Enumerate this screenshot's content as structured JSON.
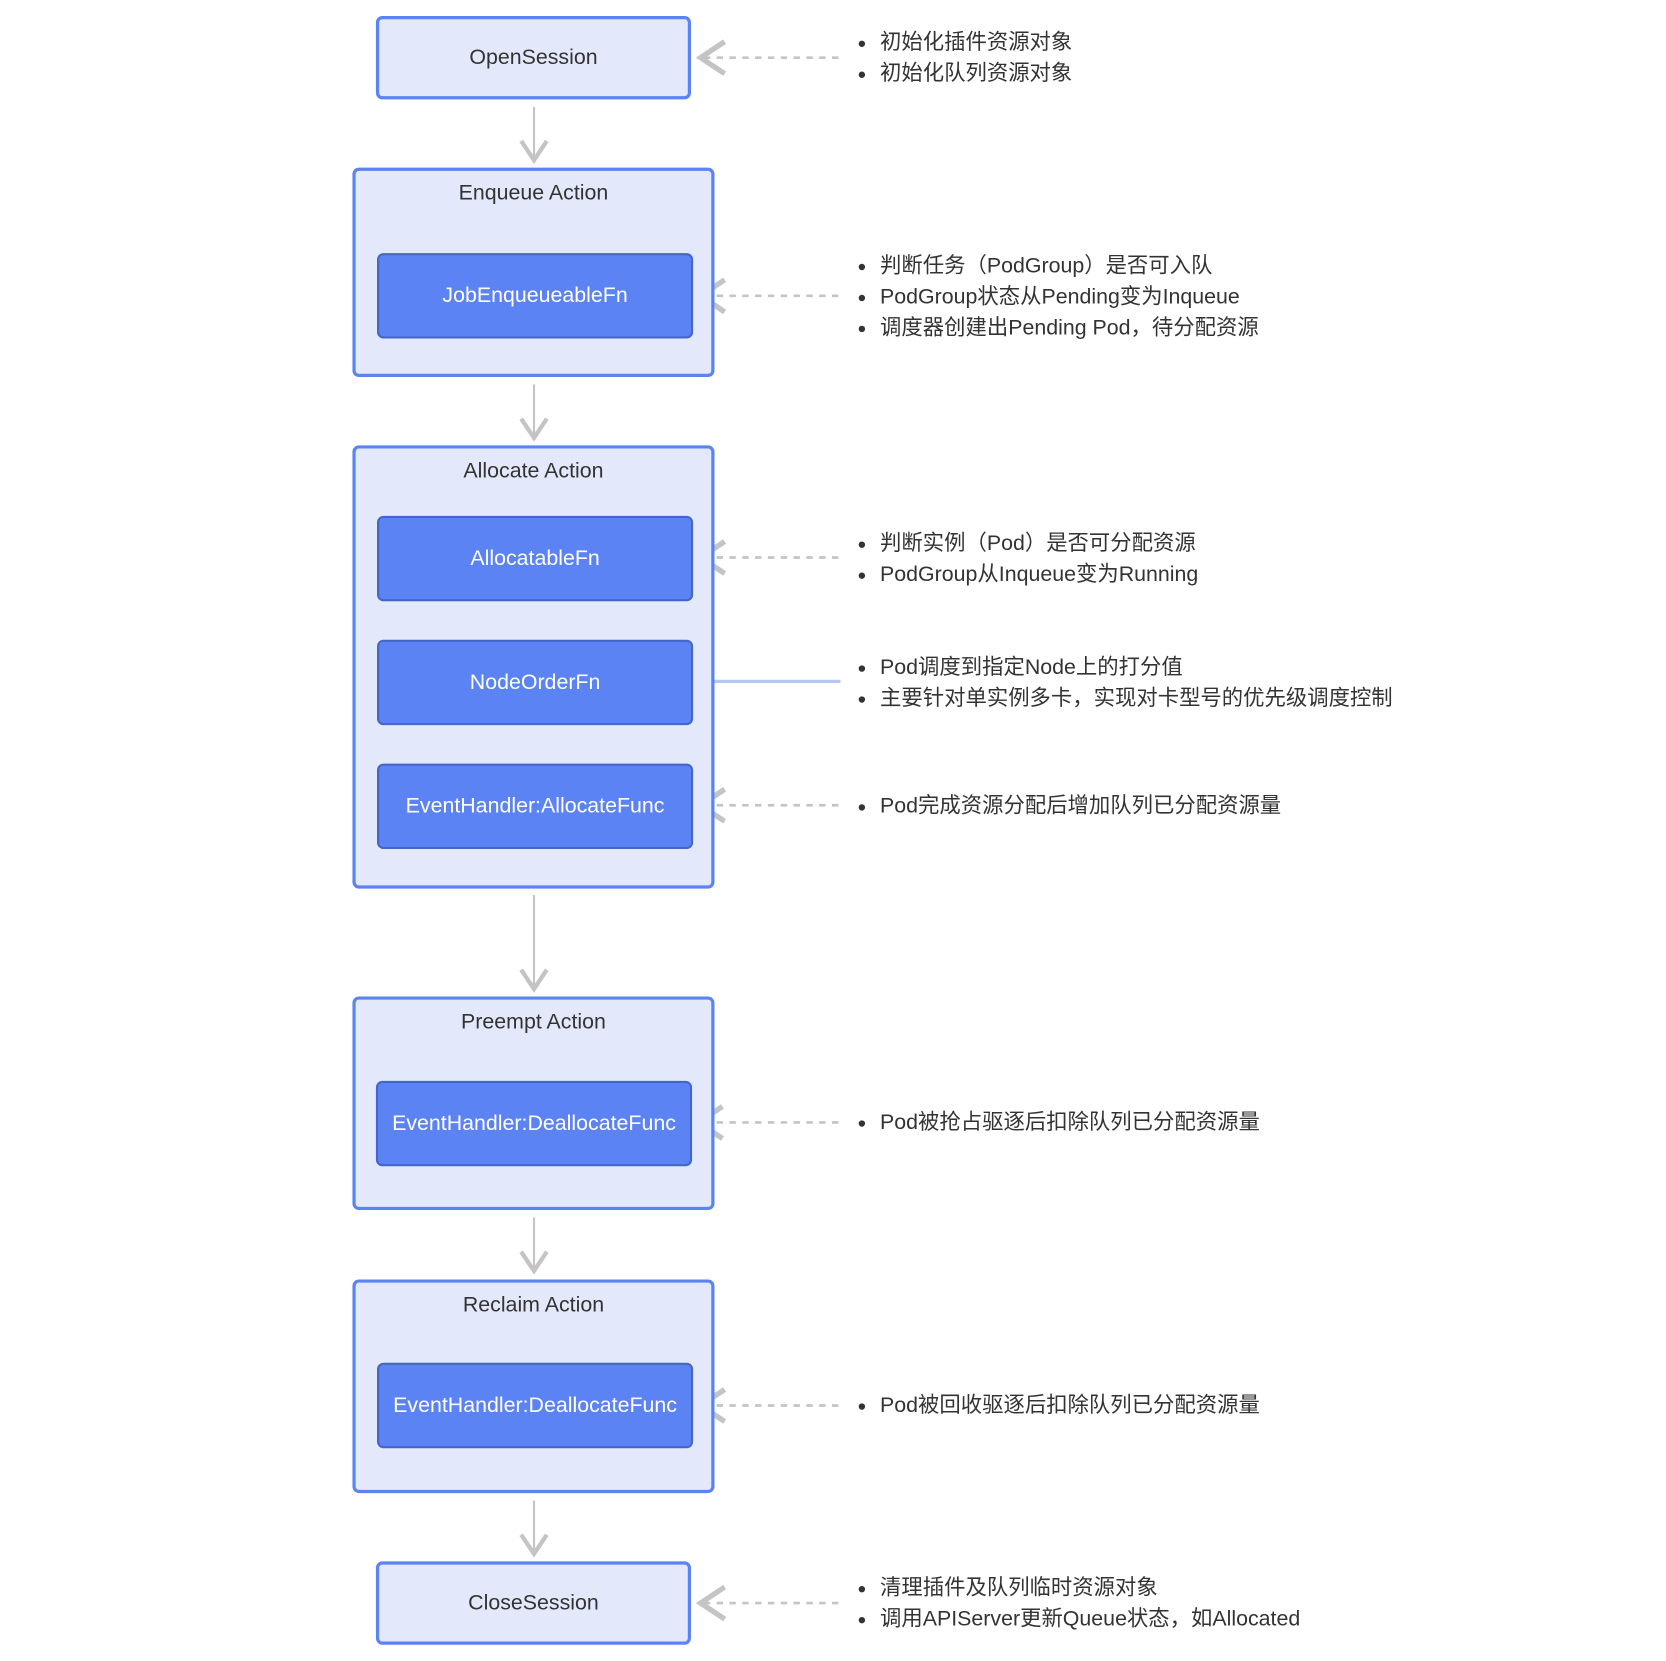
{
  "open_session": {
    "label": "OpenSession",
    "notes": [
      "初始化插件资源对象",
      "初始化队列资源对象"
    ]
  },
  "enqueue": {
    "title": "Enqueue Action",
    "fns": [
      {
        "label": "JobEnqueueableFn",
        "notes": [
          "判断任务（PodGroup）是否可入队",
          "PodGroup状态从Pending变为Inqueue",
          "调度器创建出Pending Pod，待分配资源"
        ]
      }
    ]
  },
  "allocate": {
    "title": "Allocate Action",
    "fns": [
      {
        "label": "AllocatableFn",
        "notes": [
          "判断实例（Pod）是否可分配资源",
          "PodGroup从Inqueue变为Running"
        ]
      },
      {
        "label": "NodeOrderFn",
        "notes": [
          "Pod调度到指定Node上的打分值",
          "主要针对单实例多卡，实现对卡型号的优先级调度控制"
        ]
      },
      {
        "label": "EventHandler:AllocateFunc",
        "notes": [
          "Pod完成资源分配后增加队列已分配资源量"
        ]
      }
    ]
  },
  "preempt": {
    "title": "Preempt Action",
    "fns": [
      {
        "label": "EventHandler:DeallocateFunc",
        "notes": [
          "Pod被抢占驱逐后扣除队列已分配资源量"
        ]
      }
    ]
  },
  "reclaim": {
    "title": "Reclaim Action",
    "fns": [
      {
        "label": "EventHandler:DeallocateFunc",
        "notes": [
          "Pod被回收驱逐后扣除队列已分配资源量"
        ]
      }
    ]
  },
  "close_session": {
    "label": "CloseSession",
    "notes": [
      "清理插件及队列临时资源对象",
      "调用APIServer更新Queue状态，如Allocated"
    ]
  },
  "colors": {
    "box_fill": "#e3e9fb",
    "border": "#5b83f3",
    "fn_fill": "#5b83f3",
    "connector": "#c8c8c8",
    "highlight_connector": "#b7c7f5"
  }
}
